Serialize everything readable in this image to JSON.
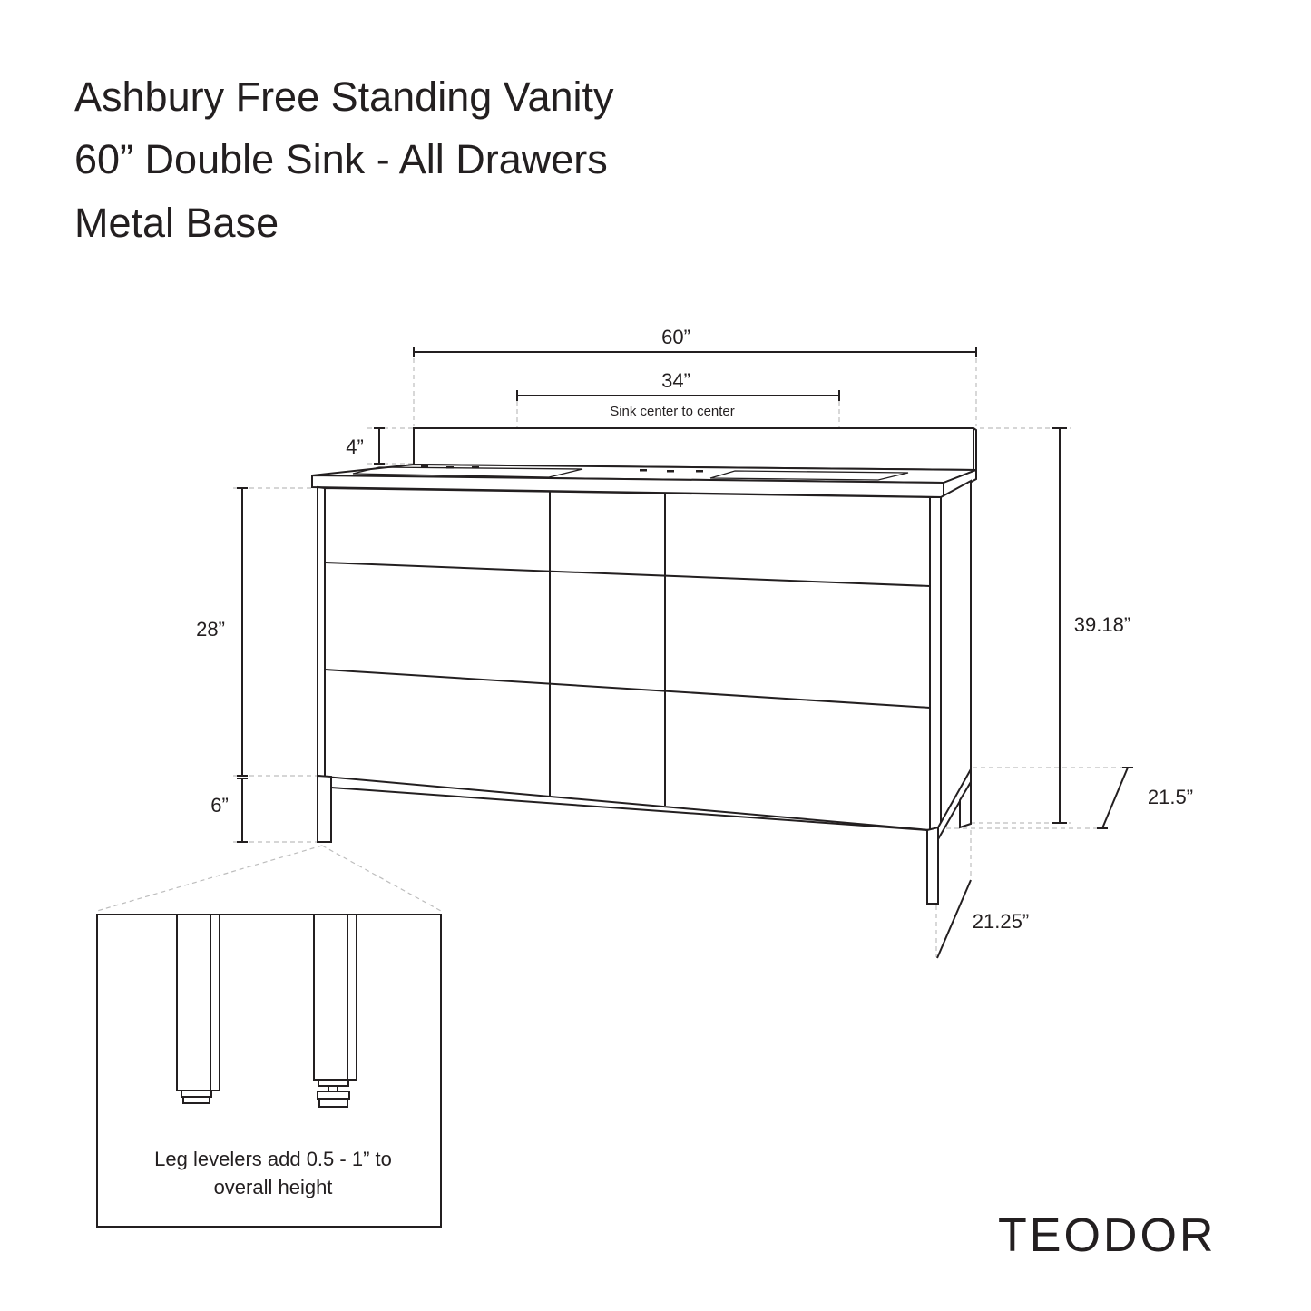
{
  "title": {
    "line1": "Ashbury Free Standing Vanity",
    "line2": "60” Double Sink - All Drawers",
    "line3": "Metal Base"
  },
  "dimensions": {
    "overall_width": "60”",
    "sink_spacing": "34”",
    "sink_spacing_note": "Sink center to center",
    "backsplash_height": "4”",
    "cabinet_height": "28”",
    "base_height": "6”",
    "overall_height": "39.18”",
    "top_depth": "21.5”",
    "base_depth": "21.25”"
  },
  "detail": {
    "note": "Leg levelers add 0.5 - 1” to overall height",
    "note_line1": "Leg levelers add 0.5 - 1” to",
    "note_line2": "overall height"
  },
  "brand": "TEODOR"
}
